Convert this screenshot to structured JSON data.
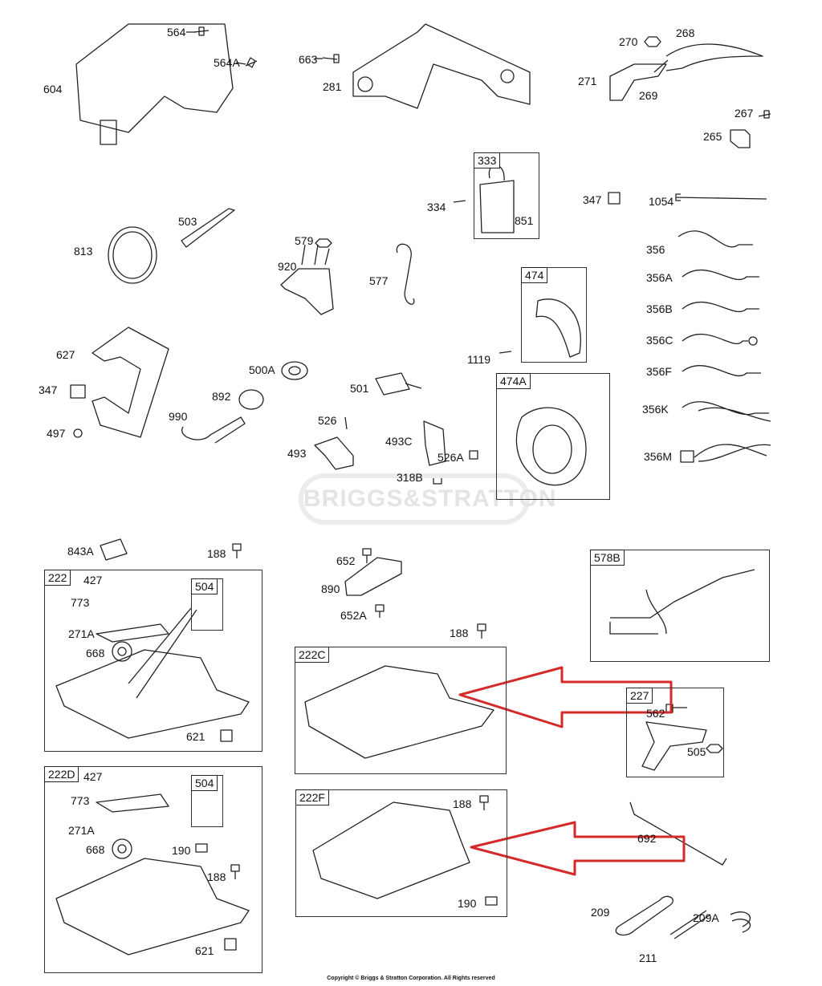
{
  "watermark": "BRIGGS&STRATTON",
  "copyright": "Copyright © Briggs & Stratton Corporation. All Rights reserved",
  "accent_color": "#d42a2a",
  "labels": {
    "l604": "604",
    "l564": "564",
    "l564A": "564A",
    "l663": "663",
    "l281": "281",
    "l270": "270",
    "l268": "268",
    "l271": "271",
    "l269": "269",
    "l267": "267",
    "l265": "265",
    "l334": "334",
    "l851": "851",
    "l347a": "347",
    "l1054": "1054",
    "l813": "813",
    "l503": "503",
    "l579": "579",
    "l920": "920",
    "l577": "577",
    "l356": "356",
    "l356A": "356A",
    "l356B": "356B",
    "l356C": "356C",
    "l356F": "356F",
    "l356K": "356K",
    "l356M": "356M",
    "l1119": "1119",
    "l627": "627",
    "l347b": "347",
    "l497": "497",
    "l500A": "500A",
    "l892": "892",
    "l990": "990",
    "l501": "501",
    "l526": "526",
    "l493": "493",
    "l493C": "493C",
    "l526A": "526A",
    "l318B": "318B",
    "l843A": "843A",
    "l188a": "188",
    "l652": "652",
    "l890": "890",
    "l652A": "652A",
    "l188b": "188",
    "l427a": "427",
    "l773a": "773",
    "l271Aa": "271A",
    "l668a": "668",
    "l621a": "621",
    "l562": "562",
    "l505": "505",
    "l427b": "427",
    "l773b": "773",
    "l271Ab": "271A",
    "l668b": "668",
    "l190a": "190",
    "l188c": "188",
    "l621b": "621",
    "l188d": "188",
    "l190b": "190",
    "l692": "692",
    "l209": "209",
    "l209A": "209A",
    "l211": "211"
  },
  "boxes": {
    "b333": "333",
    "b474": "474",
    "b474A": "474A",
    "b578B": "578B",
    "b222": "222",
    "b504a": "504",
    "b222C": "222C",
    "b227": "227",
    "b222D": "222D",
    "b504b": "504",
    "b222F": "222F"
  }
}
